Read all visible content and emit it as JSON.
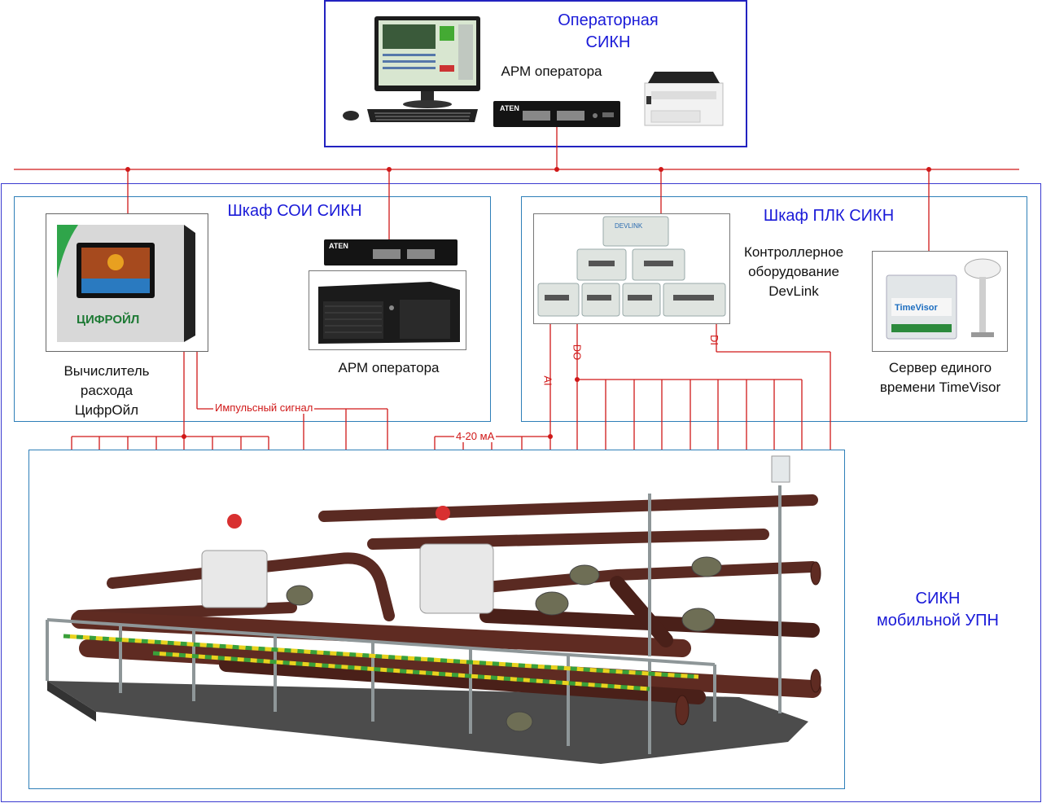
{
  "operator_room": {
    "title_line1": "Операторная",
    "title_line2": "СИКН",
    "workstation_label": "АРМ оператора"
  },
  "soi_cabinet": {
    "title": "Шкаф СОИ СИКН",
    "computer_label_line1": "Вычислитель",
    "computer_label_line2": "расхода",
    "computer_label_line3": "ЦифрОйл",
    "computer_brand": "ЦИФРОЙЛ",
    "workstation_label": "АРМ оператора"
  },
  "plc_cabinet": {
    "title": "Шкаф ПЛК СИКН",
    "controller_label_line1": "Контроллерное",
    "controller_label_line2": "оборудование",
    "controller_label_line3": "DevLink",
    "server_label_line1": "Сервер единого",
    "server_label_line2": "времени TimeVisor",
    "server_brand": "TimeVisor",
    "devlink_brand": "DEVLINK"
  },
  "sikn": {
    "title_line1": "СИКН",
    "title_line2": "мобильной УПН"
  },
  "signals": {
    "pulse": "Импульсный сигнал",
    "current": "4-20 мА",
    "ai": "AI",
    "do": "DO",
    "di": "DI"
  },
  "brands": {
    "kvm": "ATEN"
  },
  "colors": {
    "frame_blue": "#2e7fb8",
    "title_blue": "#1a1ad8",
    "wire_red": "#d01818",
    "pipe_brown": "#5a2a22"
  }
}
